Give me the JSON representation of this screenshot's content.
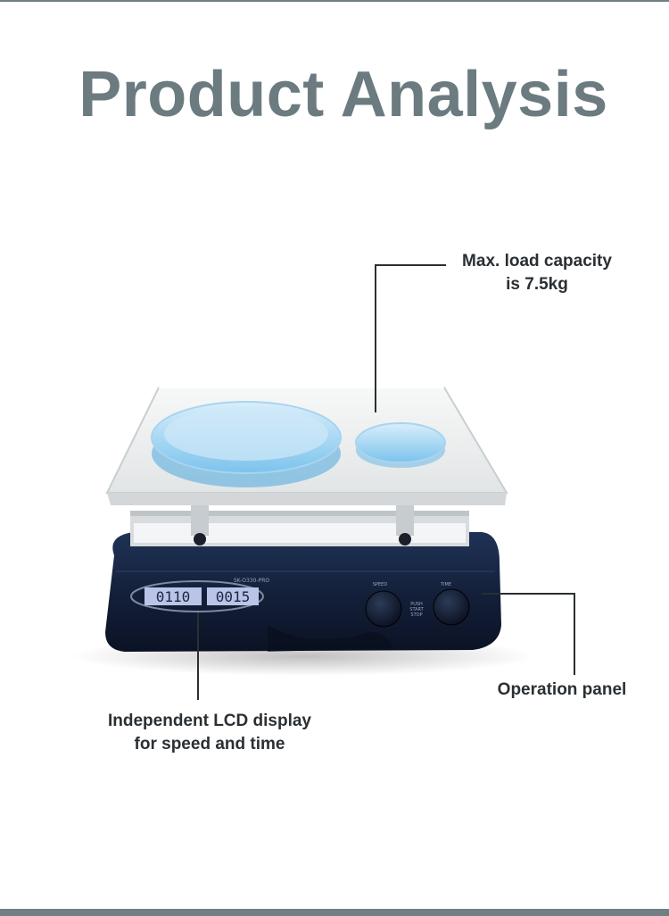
{
  "title": "Product Analysis",
  "callouts": {
    "load": {
      "line1": "Max. load capacity",
      "line2": "is 7.5kg"
    },
    "display": {
      "line1": "Independent LCD display",
      "line2": "for speed and time"
    },
    "panel": {
      "text": "Operation panel"
    }
  },
  "device": {
    "model": "SK-O330-PRO",
    "speed_label": "SPEED",
    "time_label": "TIME",
    "push_label_1": "PUSH",
    "push_label_2": "START",
    "push_label_3": "STOP",
    "speed_readout": "0110",
    "time_readout": "0015"
  },
  "colors": {
    "title": "#6b7b80",
    "accent_bar": "#6f7f84",
    "body": "#14223d",
    "tray": "#f2f3f3"
  }
}
